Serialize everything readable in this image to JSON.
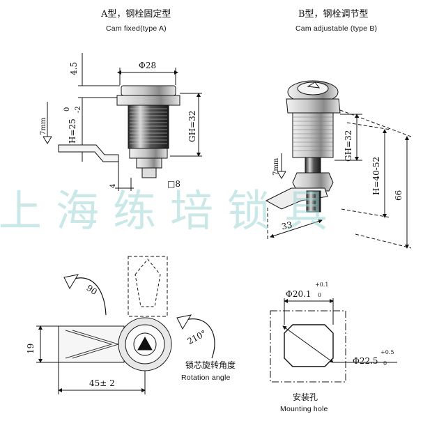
{
  "type_a": {
    "title_cn": "A型，钢栓固定型",
    "title_en": "Cam fixed(type A)"
  },
  "type_b": {
    "title_cn": "B型，钢栓调节型",
    "title_en": "Cam adjustable (type B)"
  },
  "dims_a": {
    "dia": "Φ28",
    "height_top": "4.5",
    "cam": "7mm",
    "gh": "H=25",
    "gh_tol_upper": "0",
    "gh_tol_lower": "-2",
    "gh32": "GH=32",
    "bottom_num": "4",
    "square": "□8"
  },
  "dims_b": {
    "gh32": "GH=32",
    "h": "H=40-52",
    "len": "66",
    "cam": "7mm",
    "cam_len": "33"
  },
  "rotation": {
    "angle_90": "90",
    "angle_210": "210°",
    "width": "19",
    "length": "45±  2",
    "label_cn": "锁芯旋转角度",
    "label_en": "Rotation angle"
  },
  "mounting": {
    "d1": "Φ20.1",
    "d1_upper": "+0.1",
    "d1_lower": "0",
    "d2": "Φ22.5",
    "d2_upper": "+0.5",
    "d2_lower": "0",
    "label_cn": "安装孔",
    "label_en": "Mounting hole"
  },
  "watermark": "上海练培锁具"
}
